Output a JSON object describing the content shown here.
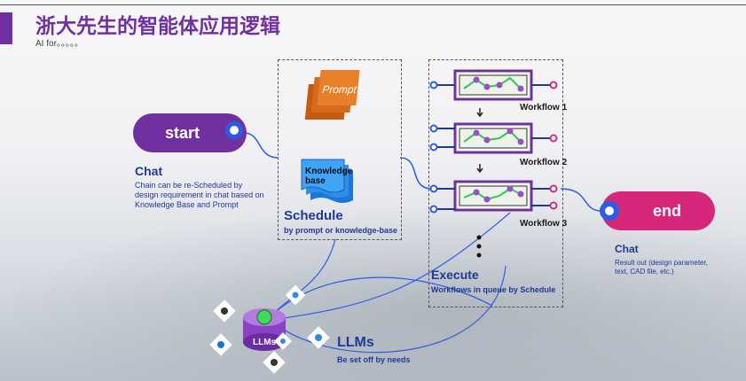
{
  "header": {
    "title": "浙大先生的智能体应用逻辑",
    "subtitle": "AI for。。。。。"
  },
  "start": {
    "label": "start",
    "heading": "Chat",
    "desc": "Chain can be re-Scheduled by design requirement in chat based on Knowledge Base and Prompt"
  },
  "schedule": {
    "prompt_label": "Prompt",
    "kb_label": "Knowledge base",
    "heading": "Schedule",
    "sub": "by prompt or  knowledge-base"
  },
  "execute": {
    "workflows": [
      "Workflow 1",
      "Workflow 2",
      "Workflow 3"
    ],
    "heading": "Execute",
    "sub": "Workflows in queue by Schedule"
  },
  "end": {
    "label": "end",
    "heading": "Chat",
    "desc": "Result out (design parameter, text, CAD file, etc.)"
  },
  "llms": {
    "icon_label": "LLMs",
    "heading": "LLMs",
    "sub": "Be set off by needs"
  },
  "colors": {
    "purple": "#7030a0",
    "magenta": "#d6287a",
    "blue": "#2b5ce6",
    "orange": "#e8702a",
    "navy": "#1f3a93"
  }
}
